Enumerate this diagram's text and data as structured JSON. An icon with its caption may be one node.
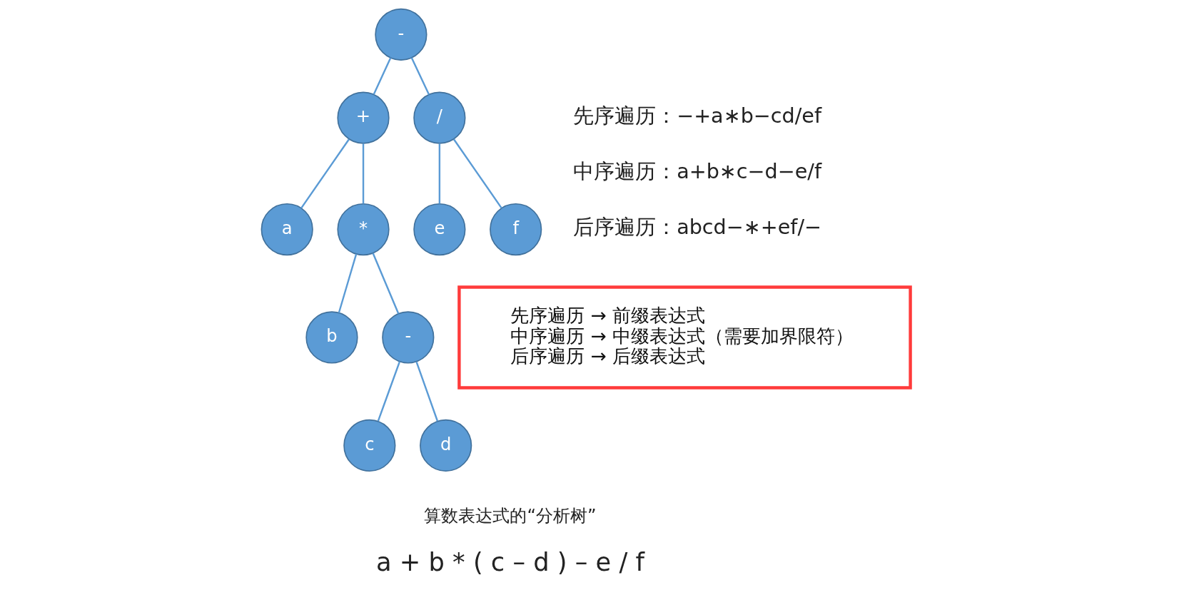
{
  "diagram": {
    "nodes": [
      {
        "text": [
          "-"
        ]
      },
      {
        "text": [
          "+"
        ]
      },
      {
        "text": [
          "/"
        ]
      },
      {
        "text": [
          "a"
        ]
      },
      {
        "text": [
          "*"
        ]
      },
      {
        "text": [
          "e"
        ]
      },
      {
        "text": [
          "f"
        ]
      },
      {
        "text": [
          "b"
        ]
      },
      {
        "text": [
          "-"
        ]
      },
      {
        "text": [
          "c"
        ]
      },
      {
        "text": [
          "d"
        ]
      },
      {
        "text": [
          "先序遍历 → 前缀表达式",
          "中序遍历 → 中缀表达式（需要加界限符）",
          "后序遍历 → 后缀表达式"
        ]
      }
    ],
    "edges": [
      {
        "from": 0,
        "to": 1,
        "arrow": "none"
      },
      {
        "from": 0,
        "to": 2,
        "arrow": "none"
      },
      {
        "from": 1,
        "to": 3,
        "arrow": "none"
      },
      {
        "from": 1,
        "to": 4,
        "arrow": "none"
      },
      {
        "from": 2,
        "to": 5,
        "arrow": "none"
      },
      {
        "from": 2,
        "to": 6,
        "arrow": "none"
      },
      {
        "from": 4,
        "to": 7,
        "arrow": "none"
      },
      {
        "from": 4,
        "to": 8,
        "arrow": "none"
      },
      {
        "from": 8,
        "to": 9,
        "arrow": "none"
      },
      {
        "from": 8,
        "to": 10,
        "arrow": "none"
      }
    ],
    "labels": [
      "先序遍历：−+a∗b−cd/ef",
      "中序遍历：a+b∗c−d−e/f",
      "后序遍历：abcd−∗+ef/−",
      "算数表达式的“分析树”",
      "a + b * ( c – d ) – e / f"
    ]
  }
}
